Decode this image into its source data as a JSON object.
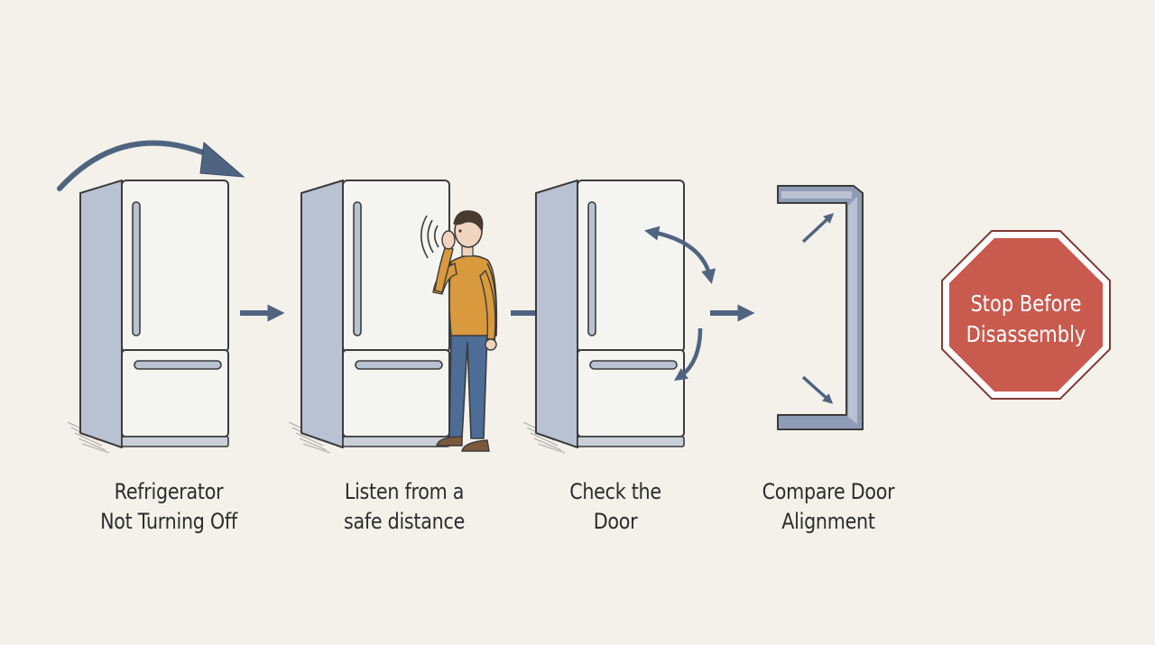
{
  "steps": [
    {
      "line1": "Refrigerator",
      "line2": "Not Turning Off"
    },
    {
      "line1": "Listen from a",
      "line2": "safe distance"
    },
    {
      "line1": "Check the",
      "line2": "Door"
    },
    {
      "line1": "Compare Door",
      "line2": "Alignment"
    }
  ],
  "stop_sign": {
    "line1": "Stop Before",
    "line2": "Disassembly"
  },
  "icons": [
    "curved-arrow-icon",
    "fridge-icon",
    "person-listening-icon",
    "door-swing-icon",
    "door-frame-icon",
    "stop-sign-icon"
  ],
  "colors": {
    "background": "#f3f1ea",
    "fridge_front": "#f4f4f1",
    "fridge_side": "#b9c2d2",
    "arrow": "#4f6480",
    "stop_red": "#c85a4e",
    "shirt": "#d99a3d",
    "jeans": "#4d6d97"
  }
}
